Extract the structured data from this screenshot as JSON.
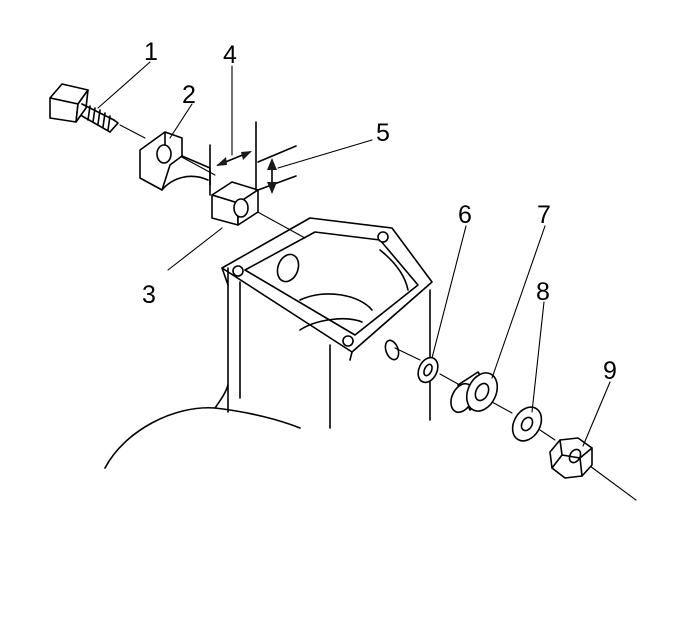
{
  "callouts": [
    {
      "id": "1",
      "text": "1"
    },
    {
      "id": "2",
      "text": "2"
    },
    {
      "id": "3",
      "text": "3"
    },
    {
      "id": "4",
      "text": "4"
    },
    {
      "id": "5",
      "text": "5"
    },
    {
      "id": "6",
      "text": "6"
    },
    {
      "id": "7",
      "text": "7"
    },
    {
      "id": "8",
      "text": "8"
    },
    {
      "id": "9",
      "text": "9"
    }
  ],
  "colors": {
    "ink": "#000000",
    "paper": "#ffffff"
  }
}
